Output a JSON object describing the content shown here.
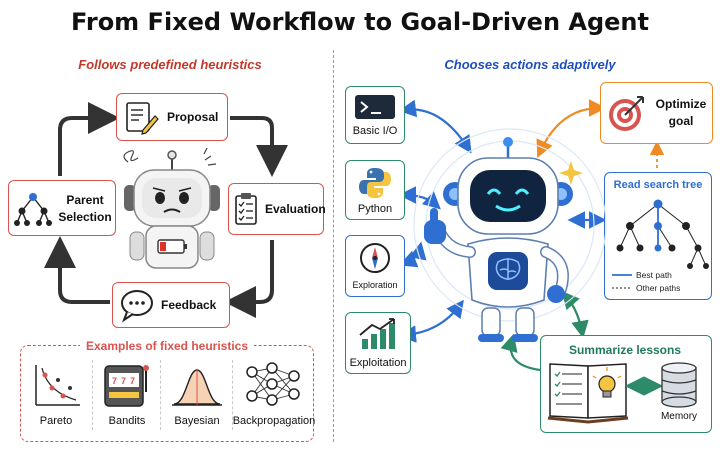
{
  "title": "From Fixed Workflow to Goal-Driven Agent",
  "left": {
    "subtitle": "Follows predefined heuristics",
    "nodes": {
      "proposal": "Proposal",
      "evaluation": "Evaluation",
      "feedback": "Feedback",
      "parent_selection_line1": "Parent",
      "parent_selection_line2": "Selection"
    },
    "heuristics_title": "Examples of fixed heuristics",
    "heuristics": [
      "Pareto",
      "Bandits",
      "Bayesian",
      "Backpropagation"
    ]
  },
  "right": {
    "subtitle": "Chooses actions adaptively",
    "tools": {
      "basic_io": "Basic I/O",
      "python": "Python",
      "exploration": "Exploration",
      "exploitation": "Exploitation"
    },
    "goal_line1": "Optimize",
    "goal_line2": "goal",
    "search_tree": {
      "title": "Read search tree",
      "legend_best": "Best path",
      "legend_other": "Other paths"
    },
    "lessons": {
      "title": "Summarize lessons",
      "memory": "Memory"
    }
  },
  "colors": {
    "left_accent": "#d9534f",
    "right_accent": "#1f4fbf",
    "green_accent": "#2e8b6a",
    "orange_accent": "#f08a24",
    "blue_accent": "#2f6fd1"
  }
}
